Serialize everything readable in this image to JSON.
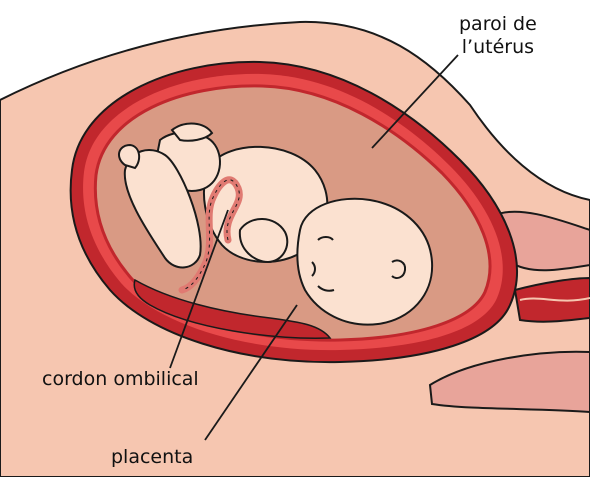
{
  "labels": {
    "uterine_wall_line1": "paroi de",
    "uterine_wall_line2": "l’utérus",
    "umbilical_cord": "cordon ombilical",
    "placenta": "placenta"
  },
  "colors": {
    "skin": "#f6c6b0",
    "uterus_outer": "#c1272d",
    "uterus_inner": "#e8494a",
    "amniotic_fluid": "#d99a84",
    "baby_skin": "#fbe1d0",
    "cord": "#e07a72",
    "outline": "#1a1a1a"
  }
}
